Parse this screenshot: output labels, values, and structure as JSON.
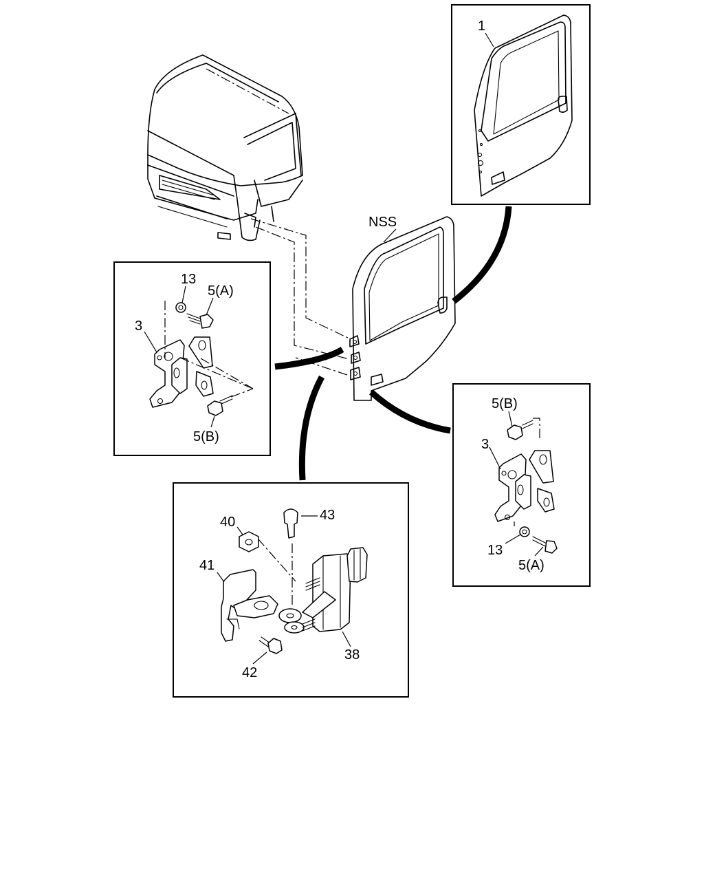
{
  "labels": {
    "door_1": "1",
    "nss": "NSS",
    "left_13": "13",
    "left_5a": "5(A)",
    "left_3": "3",
    "left_5b": "5(B)",
    "right_5b": "5(B)",
    "right_3": "3",
    "right_13": "13",
    "right_5a": "5(A)",
    "check_40": "40",
    "check_43": "43",
    "check_41": "41",
    "check_38": "38",
    "check_42": "42"
  }
}
